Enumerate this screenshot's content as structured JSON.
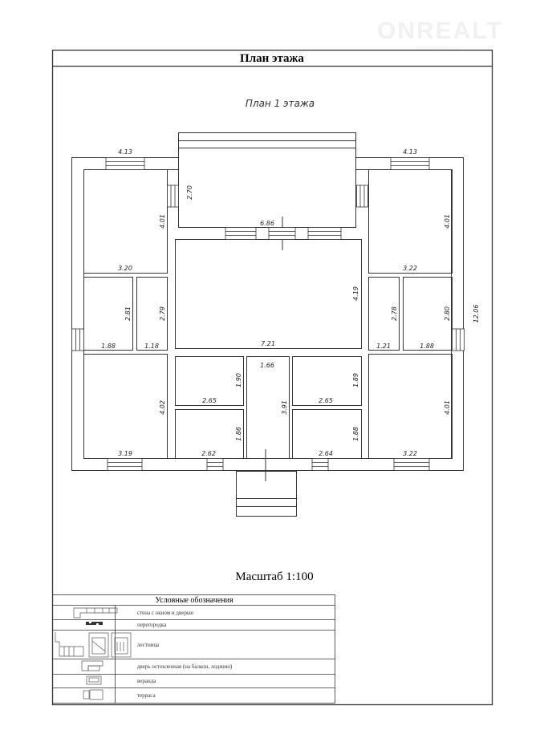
{
  "watermark": {
    "brand": "ONREALT",
    "tagline": "недвижимость"
  },
  "header": {
    "title": "План этажа"
  },
  "plan": {
    "subtitle": "План 1 этажа",
    "dims": [
      "4.13",
      "4.13",
      "2.70",
      "6.86",
      "4.01",
      "4.01",
      "3.20",
      "3.22",
      "4.19",
      "2.81",
      "2.79",
      "2.78",
      "2.80",
      "12.06",
      "1.88",
      "1.18",
      "7.21",
      "1.21",
      "1.88",
      "1.66",
      "1.90",
      "1.89",
      "2.65",
      "2.65",
      "3.91",
      "4.02",
      "4.01",
      "1.86",
      "1.88",
      "3.19",
      "2.62",
      "2.64",
      "3.22"
    ],
    "scale": "Масштаб 1:100"
  },
  "legend": {
    "title": "Условные обозначения",
    "items": [
      {
        "icon": "wall-window-door-icon",
        "label": "стена с окном и дверью"
      },
      {
        "icon": "partition-icon",
        "label": "перегородка"
      },
      {
        "icon": "stairs-icon",
        "label": "лестница"
      },
      {
        "icon": "glazed-door-icon",
        "label": "дверь остекленная (на балкон, лоджию)"
      },
      {
        "icon": "veranda-icon",
        "label": "веранда"
      },
      {
        "icon": "terrace-icon",
        "label": "терраса"
      }
    ]
  }
}
